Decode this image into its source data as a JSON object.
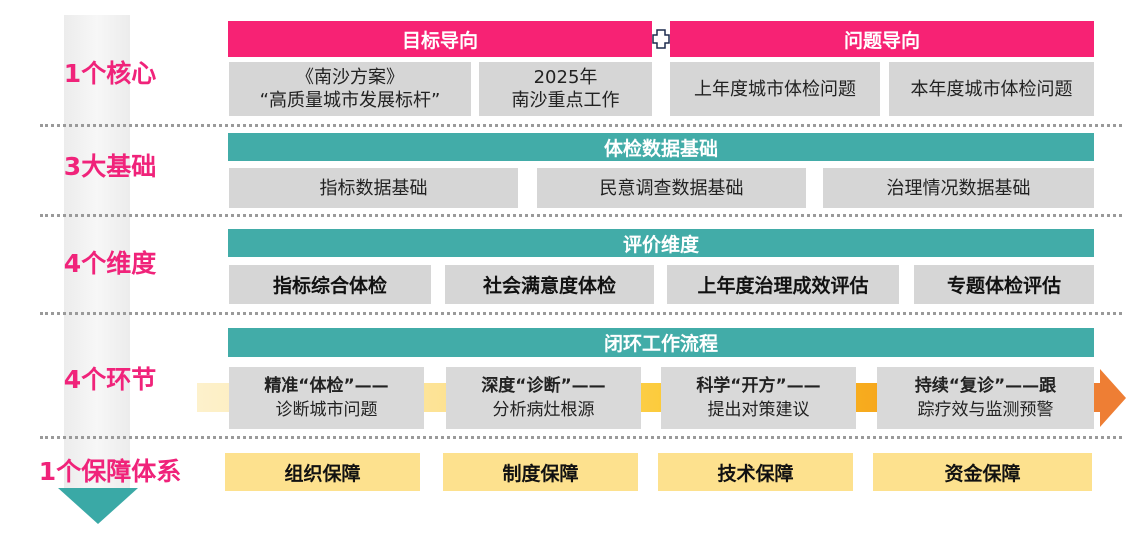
{
  "levels": [
    "1个核心",
    "3大基础",
    "4个维度",
    "4个环节",
    "1个保障体系"
  ],
  "core": {
    "goal_header": "目标导向",
    "problem_header": "问题导向",
    "goal_items": [
      {
        "l1": "《南沙方案》",
        "l2": "“高质量城市发展标杆”"
      },
      {
        "l1": "2025年",
        "l2": "南沙重点工作"
      }
    ],
    "problem_items": [
      "上年度城市体检问题",
      "本年度城市体检问题"
    ]
  },
  "foundation": {
    "header": "体检数据基础",
    "items": [
      "指标数据基础",
      "民意调查数据基础",
      "治理情况数据基础"
    ]
  },
  "dimension": {
    "header": "评价维度",
    "items": [
      "指标综合体检",
      "社会满意度体检",
      "上年度治理成效评估",
      "专题体检评估"
    ]
  },
  "process": {
    "header": "闭环工作流程",
    "steps": [
      {
        "title": "精准“体检”——",
        "desc": "诊断城市问题"
      },
      {
        "title": "深度“诊断”——",
        "desc": "分析病灶根源"
      },
      {
        "title": "科学“开方”——",
        "desc": "提出对策建议"
      },
      {
        "title": "持续“复诊”——跟",
        "desc": "踪疗效与监测预警"
      }
    ]
  },
  "guarantee": {
    "items": [
      "组织保障",
      "制度保障",
      "技术保障",
      "资金保障"
    ]
  }
}
